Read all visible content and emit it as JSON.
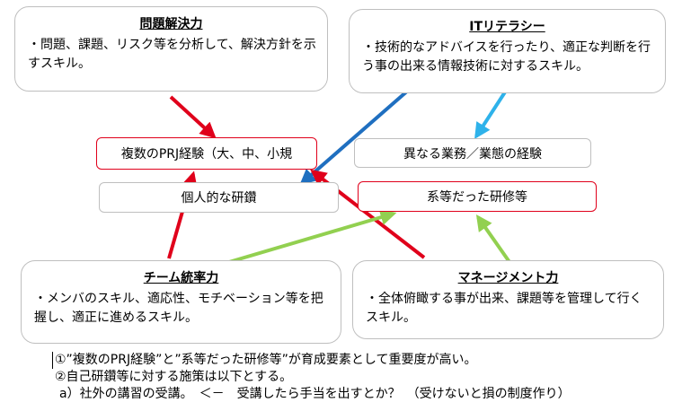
{
  "skills": {
    "problem_solving": {
      "title": "問題解決力",
      "desc": "・問題、課題、リスク等を分析して、解決方針を示すスキル。"
    },
    "it_literacy": {
      "title": "ITリテラシー",
      "desc": "・技術的なアドバイスを行ったり、適正な判断を行う事の出来る情報技術に対するスキル。"
    },
    "team_leadership": {
      "title": "チーム統率力",
      "desc": "・メンバのスキル、適応性、モチベーション等を把握し、適正に進めるスキル。"
    },
    "management": {
      "title": "マネージメント力",
      "desc": "・全体俯瞰する事が出来、課題等を管理して行くスキル。"
    }
  },
  "factors": {
    "multi_prj": "複数のPRJ経験（大、中、小規",
    "diff_work": "異なる業務／業態の経験",
    "self_study": "個人的な研鑽",
    "training": "系等だった研修等"
  },
  "notes": {
    "line1": "①”複数のPRJ経験”と”系等だった研修等”が育成要素として重要度が高い。",
    "line2": "②自己研鑽等に対する施策は以下とする。",
    "line3": "a）社外の講習の受講。　＜－　受講したら手当を出すとか？　（受けないと損の制度作り）"
  },
  "colors": {
    "red": "#e0001b",
    "dark_blue": "#1f6fc0",
    "light_blue": "#2eb2ea",
    "green": "#92d050"
  }
}
